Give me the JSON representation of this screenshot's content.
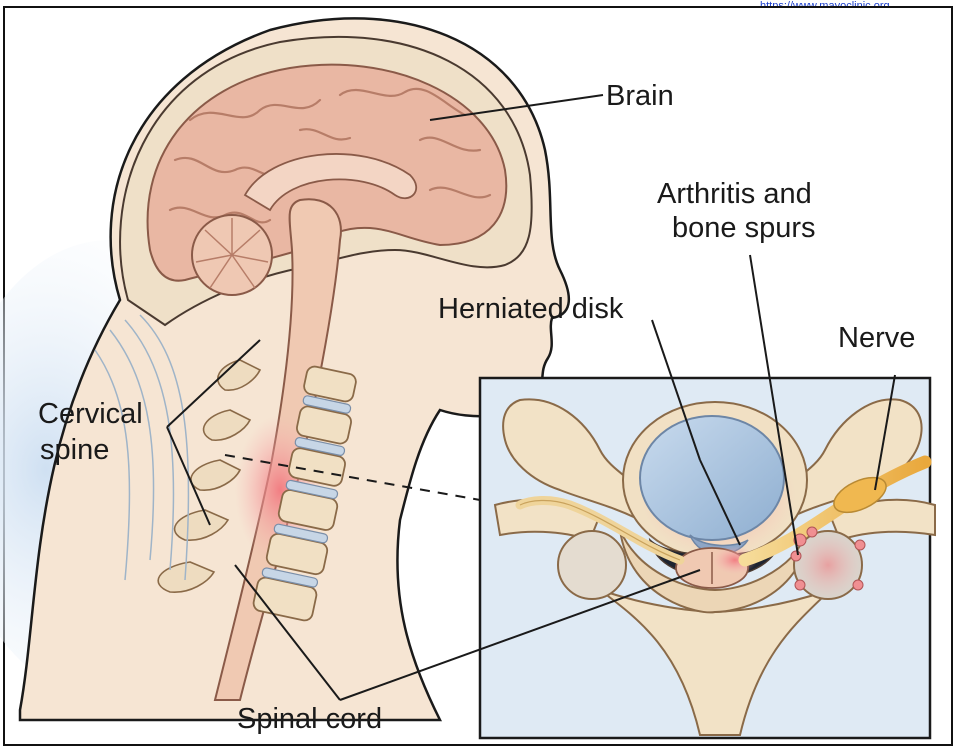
{
  "labels": {
    "brain": "Brain",
    "arthritis_line1": "Arthritis and",
    "arthritis_line2": "bone spurs",
    "herniated_disk": "Herniated disk",
    "nerve": "Nerve",
    "cervical_line1": "Cervical",
    "cervical_line2": "spine",
    "spinal_cord": "Spinal cord"
  },
  "corner_link": "https://www.mayoclinic.org",
  "colors": {
    "brain": "#e9b7a3",
    "skin": "#f3ddc8",
    "bone": "#f1e0c4",
    "cord": "#f0c9b2",
    "inflamed": "#ee6a70",
    "inset_bg": "#dfeaf4",
    "disk": "#a9c3de",
    "nerve": "#f2c56a",
    "line": "#1a1a1a"
  }
}
